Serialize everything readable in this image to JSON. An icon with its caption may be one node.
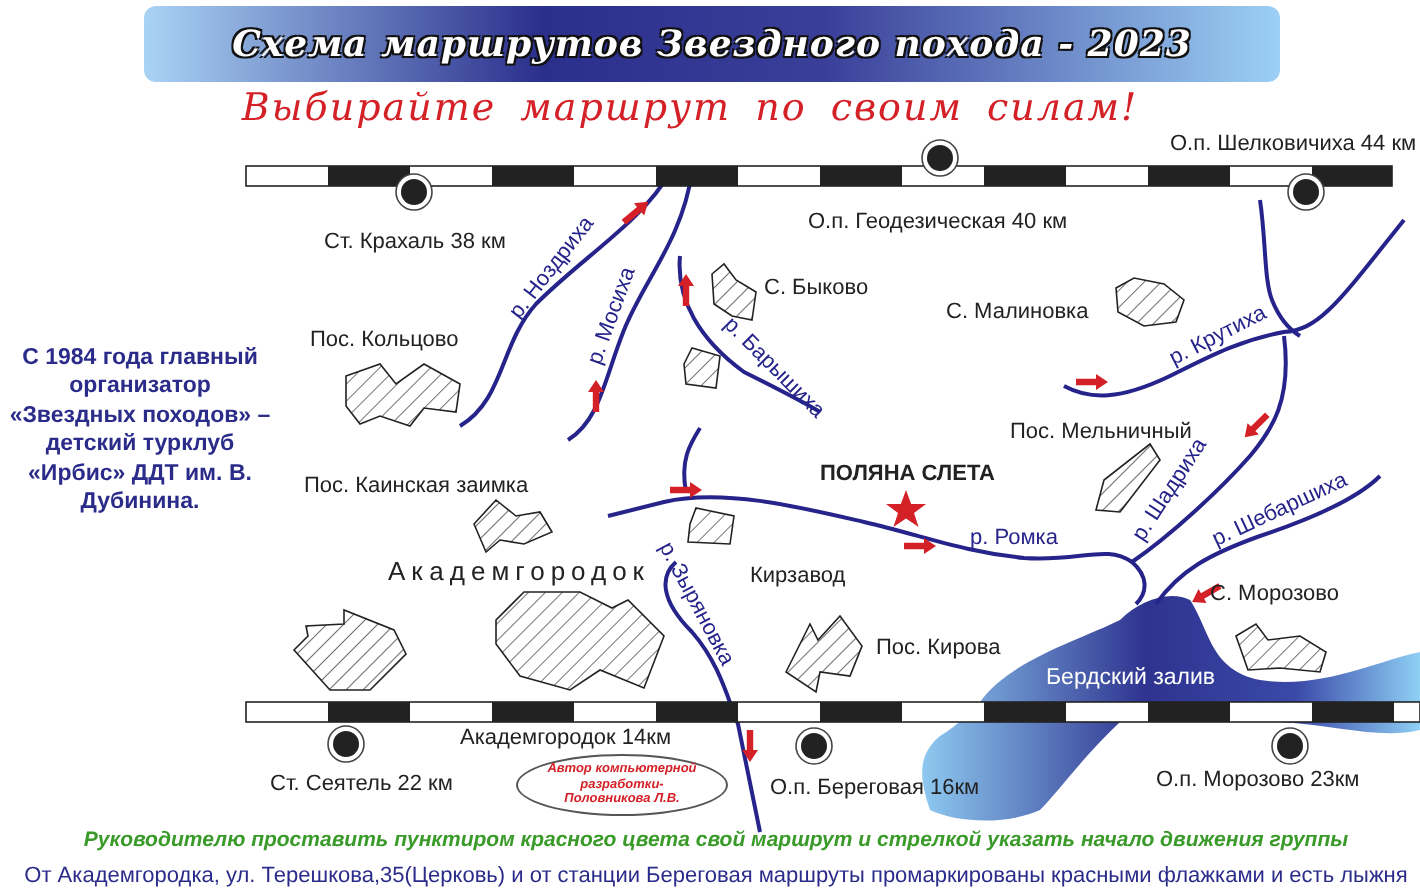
{
  "diagram": {
    "title": "Схема маршрутов Звездного похода - 2023",
    "nodes": [
      {
        "text": [
          "Автор компьютерной разработки- Половникова Л.В."
        ]
      }
    ],
    "edges": [],
    "labels": [
      "Выбирайте маршрут по своим силам!",
      "О.п. Шелковичиха 44 км",
      "Ст. Крахаль 38 км",
      "О.п. Геодезическая 40 км",
      "р. Ноздриха",
      "р. Мосиха",
      "С. Быково",
      "р. Барышиха",
      "С. Малиновка",
      "р. Крутиха",
      "Пос. Кольцово",
      "С 1984 года главный организатор «Звездных походов» – детский турклуб «Ирбис» ДДТ им. В. Дубинина.",
      "Пос. Мельничный",
      "Пос. Каинская заимка",
      "ПОЛЯНА СЛЕТА",
      "р. Шадриха",
      "р. Шебаршиха",
      "р. Ромка",
      "Кирзавод",
      "р. Зыряновка",
      "С. Морозово",
      "Академгородок",
      "Пос. Кирова",
      "Бердский залив",
      "Академгородок 14км",
      "Ст. Сеятель 22 км",
      "О.п. Береговая 16км",
      "О.п. Морозово 23км",
      "Руководителю проставить пунктиром красного цвета свой маршрут и стрелкой указать начало движения группы",
      "От Академгородка, ул. Терешкова,35(Церковь) и от станции Береговая маршруты промаркированы красными флажками и есть лыжня"
    ]
  }
}
